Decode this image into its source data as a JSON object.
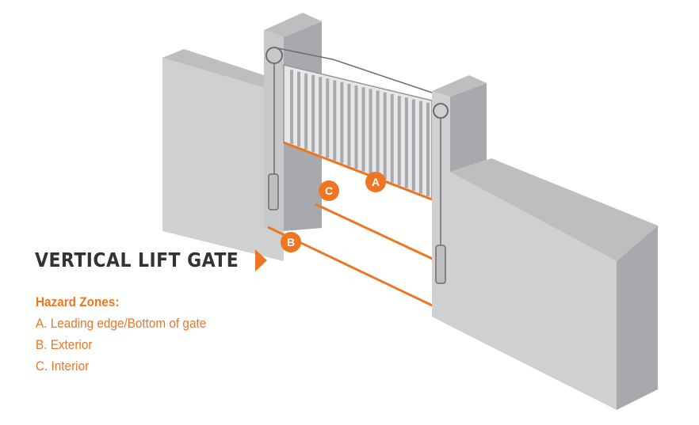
{
  "title": "VERTICAL LIFT GATE",
  "legend": {
    "heading": "Hazard Zones:",
    "items": [
      "A. Leading edge/Bottom of gate",
      "B. Exterior",
      "C. Interior"
    ]
  },
  "zone_markers": [
    "A",
    "B",
    "C"
  ],
  "colors": {
    "accent": "#ee7623",
    "title_text": "#333333",
    "wall_front": "#cfd0d2",
    "wall_side": "#a7a9ac",
    "wall_top": "#bcbec0",
    "gate_bars": "#a7a9ac"
  }
}
